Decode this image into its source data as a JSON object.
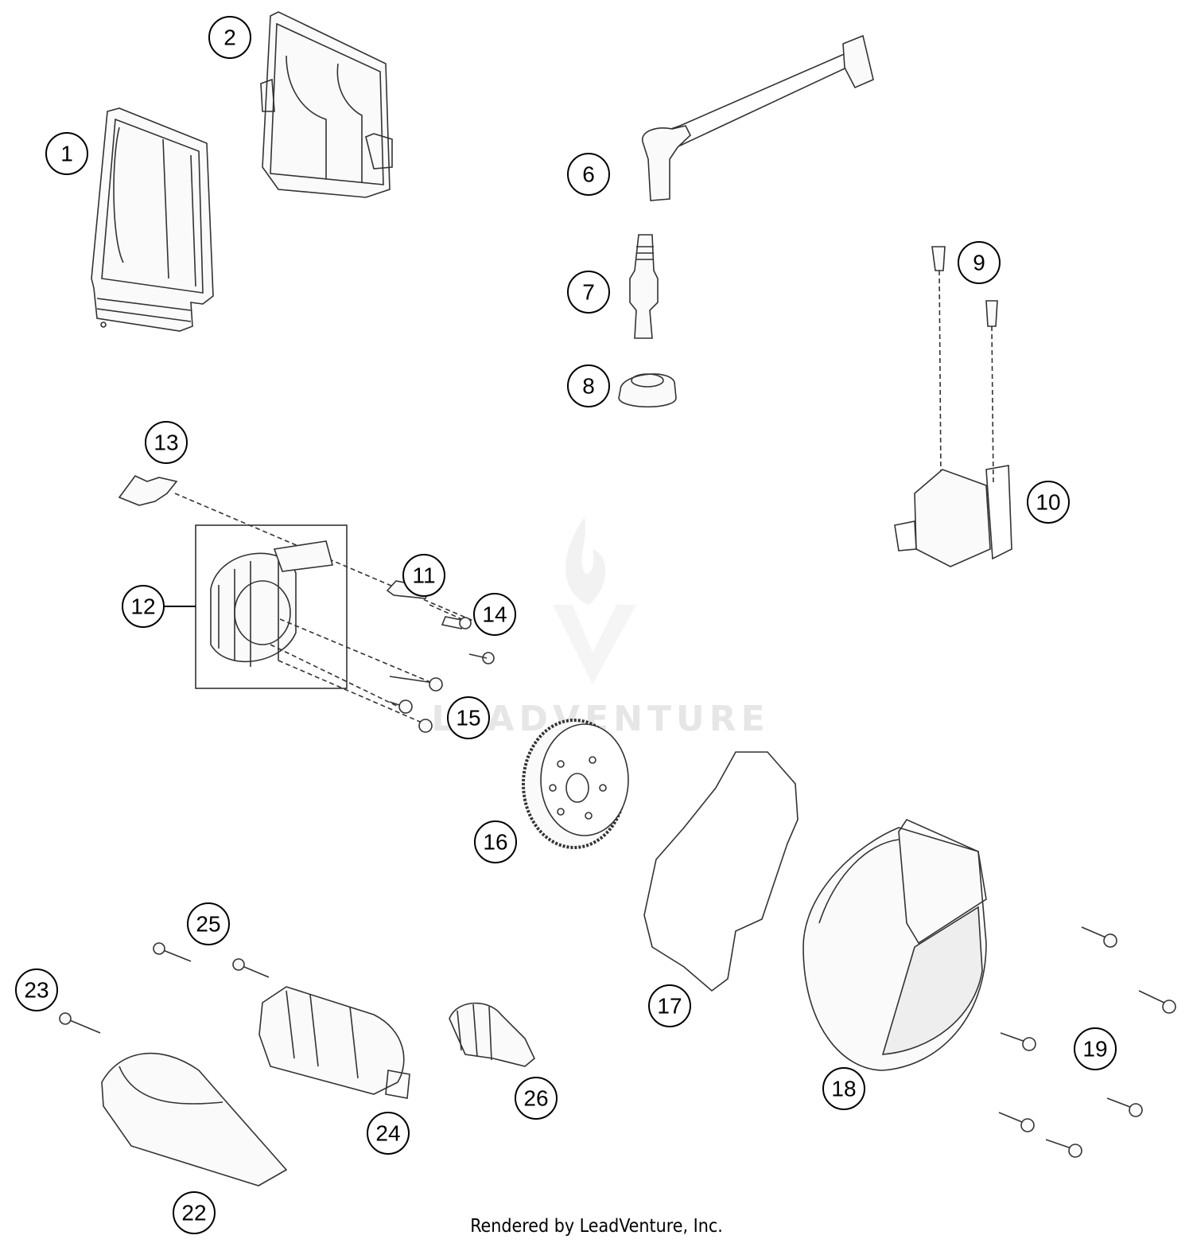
{
  "diagram": {
    "callouts": [
      "1",
      "2",
      "6",
      "7",
      "8",
      "9",
      "10",
      "11",
      "12",
      "13",
      "14",
      "15",
      "16",
      "17",
      "18",
      "19",
      "22",
      "23",
      "24",
      "25",
      "26"
    ]
  },
  "watermark": {
    "text": "LEADVENTURE"
  },
  "footer": {
    "text": "Rendered by LeadVenture, Inc."
  }
}
